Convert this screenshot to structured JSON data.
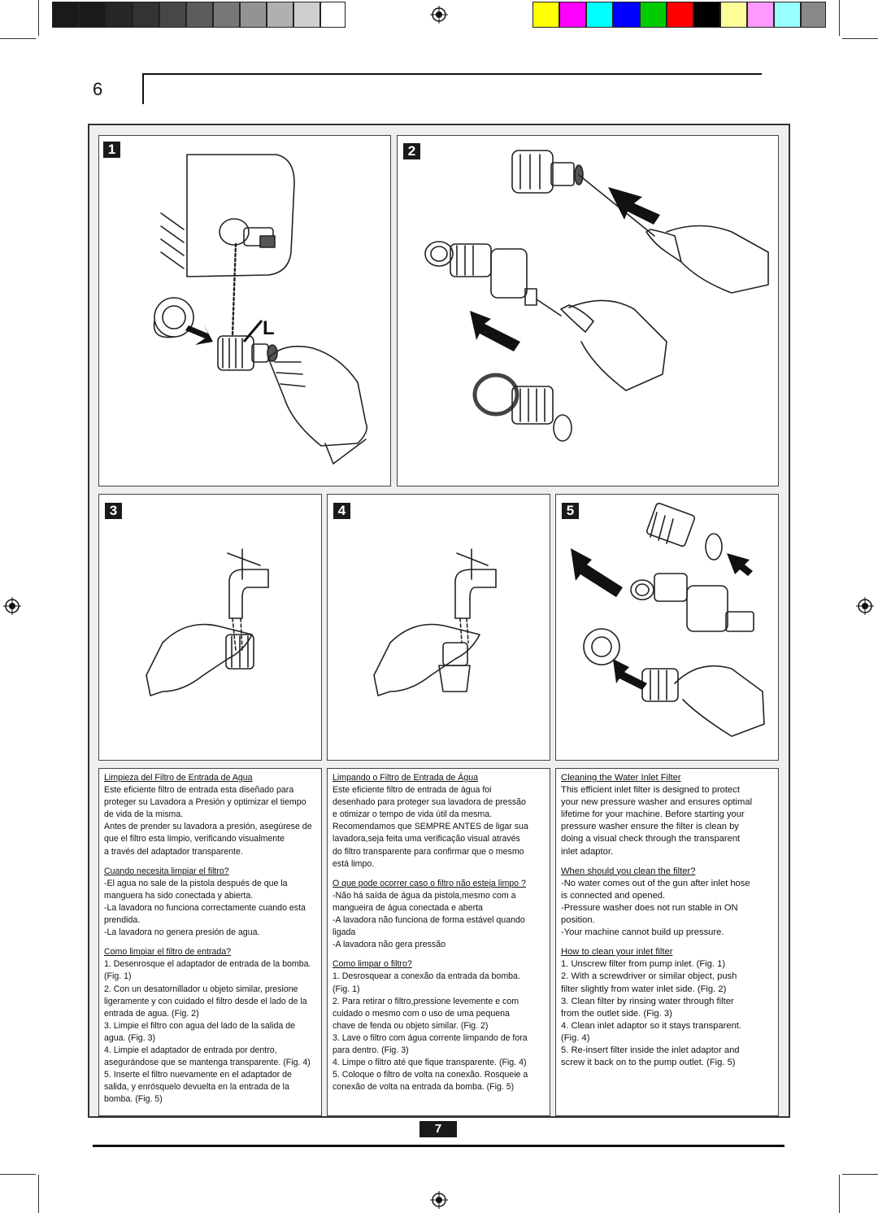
{
  "page": {
    "number_top": "6",
    "number_bottom": "7"
  },
  "colors": {
    "grays": [
      "#1a1a1a",
      "#1a1a1a",
      "#262626",
      "#333333",
      "#474747",
      "#5c5c5c",
      "#777777",
      "#939393",
      "#b0b0b0",
      "#cfcfcf",
      "#ffffff"
    ],
    "process": [
      "#ffff00",
      "#ff00ff",
      "#00ffff",
      "#0000ff",
      "#00cc00",
      "#ff0000",
      "#000000",
      "#ffff99",
      "#ff99ff",
      "#99ffff",
      "#888888"
    ]
  },
  "figures": {
    "fig1": {
      "number": "1",
      "callout": "L"
    },
    "fig2": {
      "number": "2"
    },
    "fig3": {
      "number": "3"
    },
    "fig4": {
      "number": "4"
    },
    "fig5": {
      "number": "5"
    }
  },
  "es": {
    "title": "Limpieza del Filtro de Entrada de Agua",
    "intro": [
      "Este eficiente filtro de entrada esta diseñado para",
      "proteger su Lavadora a Presión y optimizar el tiempo",
      "de vida de la misma.",
      "Antes de prender su lavadora a presión, asegúrese de",
      "que el filtro esta limpio, verificando visualmente",
      "a través del adaptador transparente."
    ],
    "when_title": "Cuando necesita limpiar el filtro?",
    "when": [
      "-El agua no sale de la pistola después de que la",
      "manguera ha sido conectada y abierta.",
      "-La lavadora no funciona correctamente cuando esta",
      "prendida.",
      "-La lavadora no genera presión de agua."
    ],
    "how_title": "Como limpiar el filtro de entrada?",
    "how": [
      "1.  Desenrosque el adaptador de entrada de la bomba.",
      "(Fig. 1)",
      "2.  Con un desatornillador u objeto similar, presione",
      "ligeramente y con cuidado el filtro desde el lado de la",
      "entrada de agua. (Fig. 2)",
      "3.  Limpie el filtro con agua del lado de la salida de",
      "agua. (Fig. 3)",
      "4.  Limpie el adaptador de entrada por dentro,",
      "asegurándose que se mantenga transparente. (Fig. 4)",
      "5.  Inserte el filtro nuevamente en el adaptador de",
      "salida, y enrósquelo devuelta en la entrada de la",
      "bomba. (Fig. 5)"
    ]
  },
  "pt": {
    "title": "Limpando o Filtro de Entrada de Água",
    "intro": [
      "Este eficiente filtro de entrada de água foi",
      "desenhado para proteger sua lavadora de pressão",
      "e otimizar o tempo de vida útil da mesma.",
      "Recomendamos que SEMPRE ANTES de ligar sua",
      "lavadora,seja feita uma verificação visual através",
      "do filtro transparente para confirmar que o mesmo",
      "está limpo."
    ],
    "when_title": "O que pode ocorrer caso o filtro não esteja limpo ?",
    "when": [
      "-Não há saída de água da pistola,mesmo com a",
      "mangueira de água conectada e aberta",
      "-A lavadora não funciona de forma estável quando",
      "ligada",
      "-A lavadora não gera pressão"
    ],
    "how_title": "Como limpar o filtro?",
    "how": [
      "1. Desrosquear a conexão da entrada da bomba.",
      "(Fig. 1)",
      "2. Para retirar o filtro,pressione levemente e com",
      "cuidado o mesmo com o uso de uma pequena",
      "chave de fenda ou objeto similar. (Fig. 2)",
      "3. Lave o filtro com água corrente limpando de fora",
      "para dentro. (Fig. 3)",
      "4. Limpe o filtro até que fique transparente. (Fig. 4)",
      "5. Coloque o filtro de volta na conexão. Rosqueie a",
      "conexão de volta na entrada da bomba. (Fig. 5)"
    ]
  },
  "en": {
    "title": "Cleaning  the Water Inlet Filter",
    "intro": [
      "This efficient inlet filter is designed to protect",
      "your new pressure washer and ensures optimal",
      "lifetime for your machine. Before starting your",
      "pressure washer ensure the filter is clean by",
      "doing a visual check through the transparent",
      "inlet adaptor."
    ],
    "when_title": "When should you clean the filter?",
    "when": [
      "-No water comes out of the gun after inlet hose",
      "is connected and opened.",
      "-Pressure washer does not run stable in ON",
      "position.",
      "-Your machine cannot build up pressure."
    ],
    "how_title": "How to clean your inlet filter",
    "how": [
      "1. Unscrew filter from pump inlet. (Fig. 1)",
      "2. With a screwdriver or similar object, push",
      "filter slightly from water inlet side. (Fig. 2)",
      "3. Clean filter by rinsing water through filter",
      "from the outlet side. (Fig. 3)",
      "4. Clean inlet adaptor so it stays transparent.",
      "(Fig. 4)",
      "5. Re-insert filter inside the inlet adaptor and",
      "screw it back on to the pump outlet. (Fig. 5)"
    ]
  }
}
